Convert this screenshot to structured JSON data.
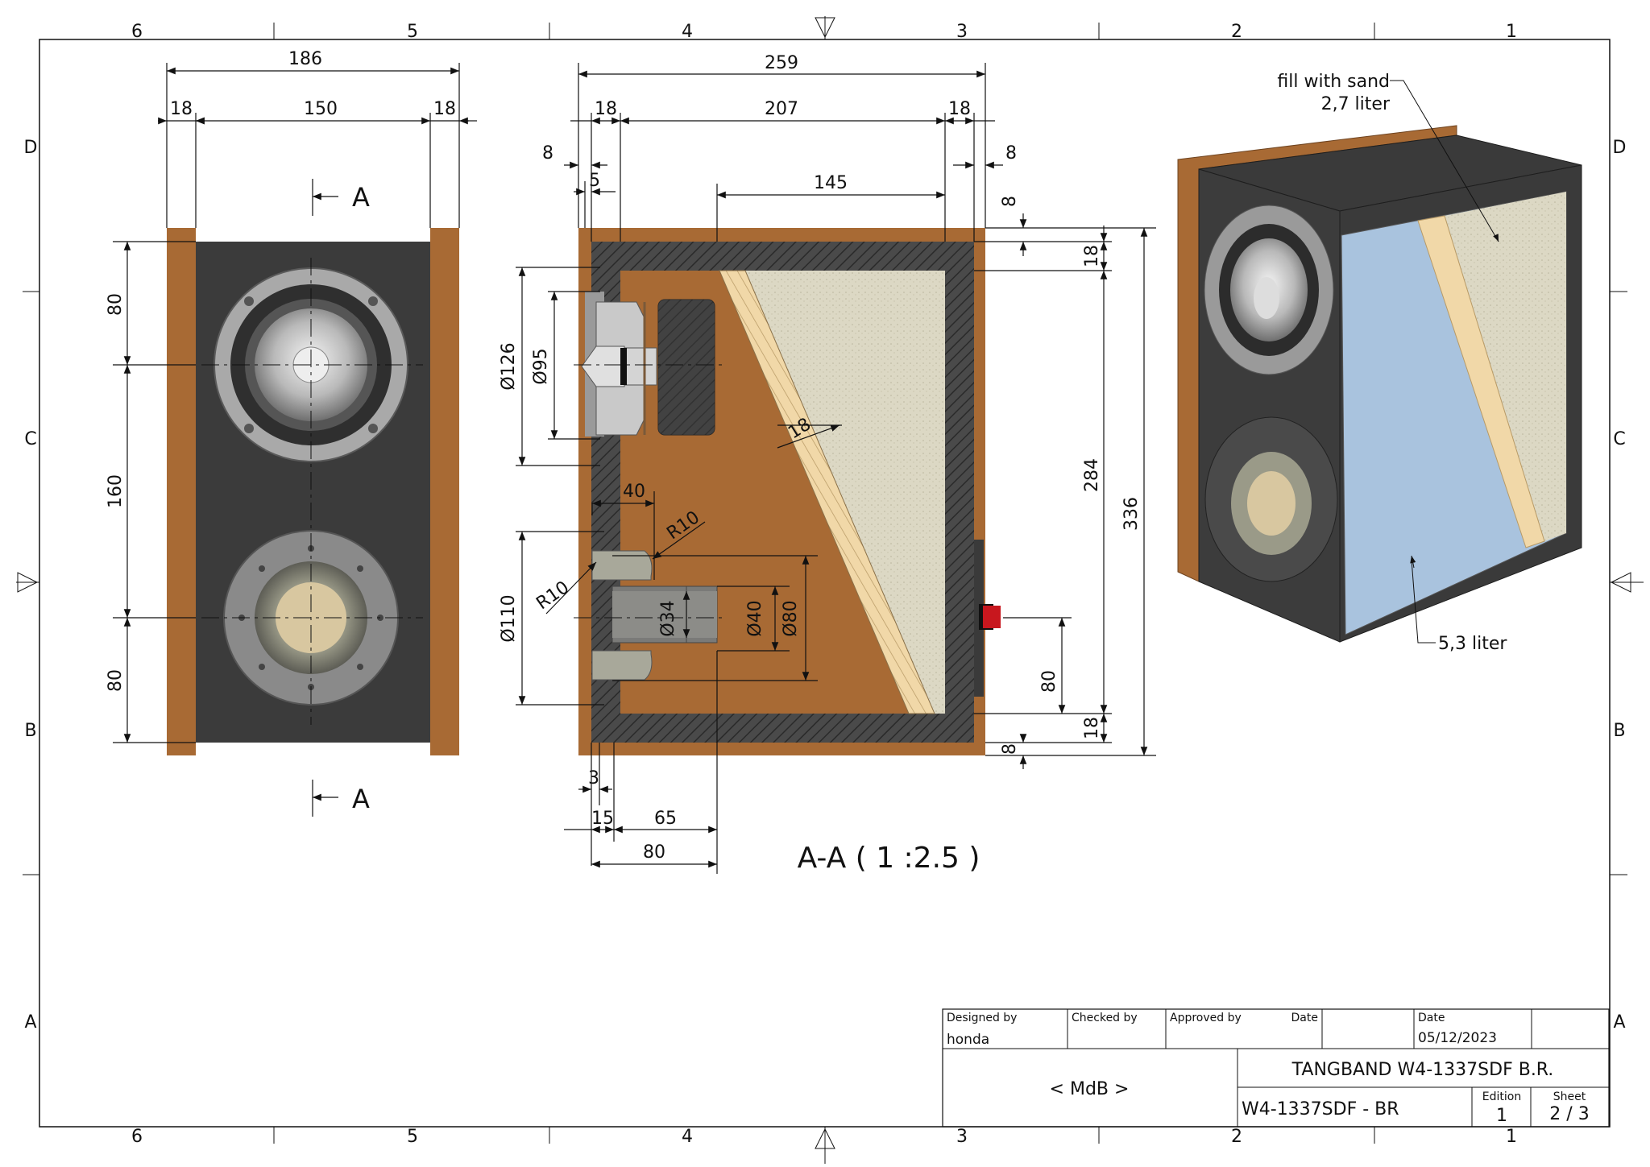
{
  "zones": {
    "columns": [
      "6",
      "5",
      "4",
      "3",
      "2",
      "1"
    ],
    "rows": [
      "D",
      "C",
      "B",
      "A"
    ]
  },
  "front_view": {
    "dims": {
      "overall_width": "186",
      "left_panel": "18",
      "inner_width": "150",
      "right_panel": "18",
      "top_to_tweeter": "80",
      "tweeter_to_woofer": "160",
      "woofer_to_bottom": "80"
    },
    "section_marker": "A"
  },
  "section_view": {
    "dims": {
      "overall_depth": "259",
      "front_panel": "18",
      "inner_depth": "207",
      "back_panel": "18",
      "front_offset": "8",
      "back_offset": "8",
      "flange": "5",
      "sand_width": "145",
      "top_offset": "8",
      "top_panel": "18",
      "inner_height": "284",
      "overall_height": "336",
      "bottom_panel": "18",
      "bottom_offset": "8",
      "terminal_height": "80",
      "baffle_cut_dia": "Ø126",
      "driver_dia": "Ø95",
      "port_flare_dia": "Ø110",
      "port_inner_dia": "Ø34",
      "port_outer_dia": "Ø40",
      "port_flange_dia": "Ø80",
      "port_recess": "40",
      "radius_outer": "R10",
      "radius_inner": "R10",
      "divider": "18",
      "recess": "3",
      "port_start": "15",
      "port_length": "65",
      "port_total": "80"
    },
    "title": "A-A ( 1 :2.5 )"
  },
  "iso_view": {
    "sand_label": "fill with sand",
    "sand_volume": "2,7 liter",
    "air_volume": "5,3 liter"
  },
  "title_block": {
    "designed_by_label": "Designed by",
    "designed_by": "honda",
    "checked_by_label": "Checked by",
    "approved_by_label": "Approved by",
    "date_label": "Date",
    "date_label_2": "Date",
    "date": "05/12/2023",
    "company": "< MdB >",
    "title": "TANGBAND W4-1337SDF B.R.",
    "drawing_number": "W4-1337SDF - BR",
    "edition_label": "Edition",
    "edition": "1",
    "sheet_label": "Sheet",
    "sheet": "2 / 3"
  },
  "colors": {
    "wood": "#a86a34",
    "baffle": "#3a3a3a",
    "sand": "#dcd8c4",
    "divider": "#f1d8a8",
    "air": "#a9c3de",
    "terminal": "#c8171e"
  }
}
